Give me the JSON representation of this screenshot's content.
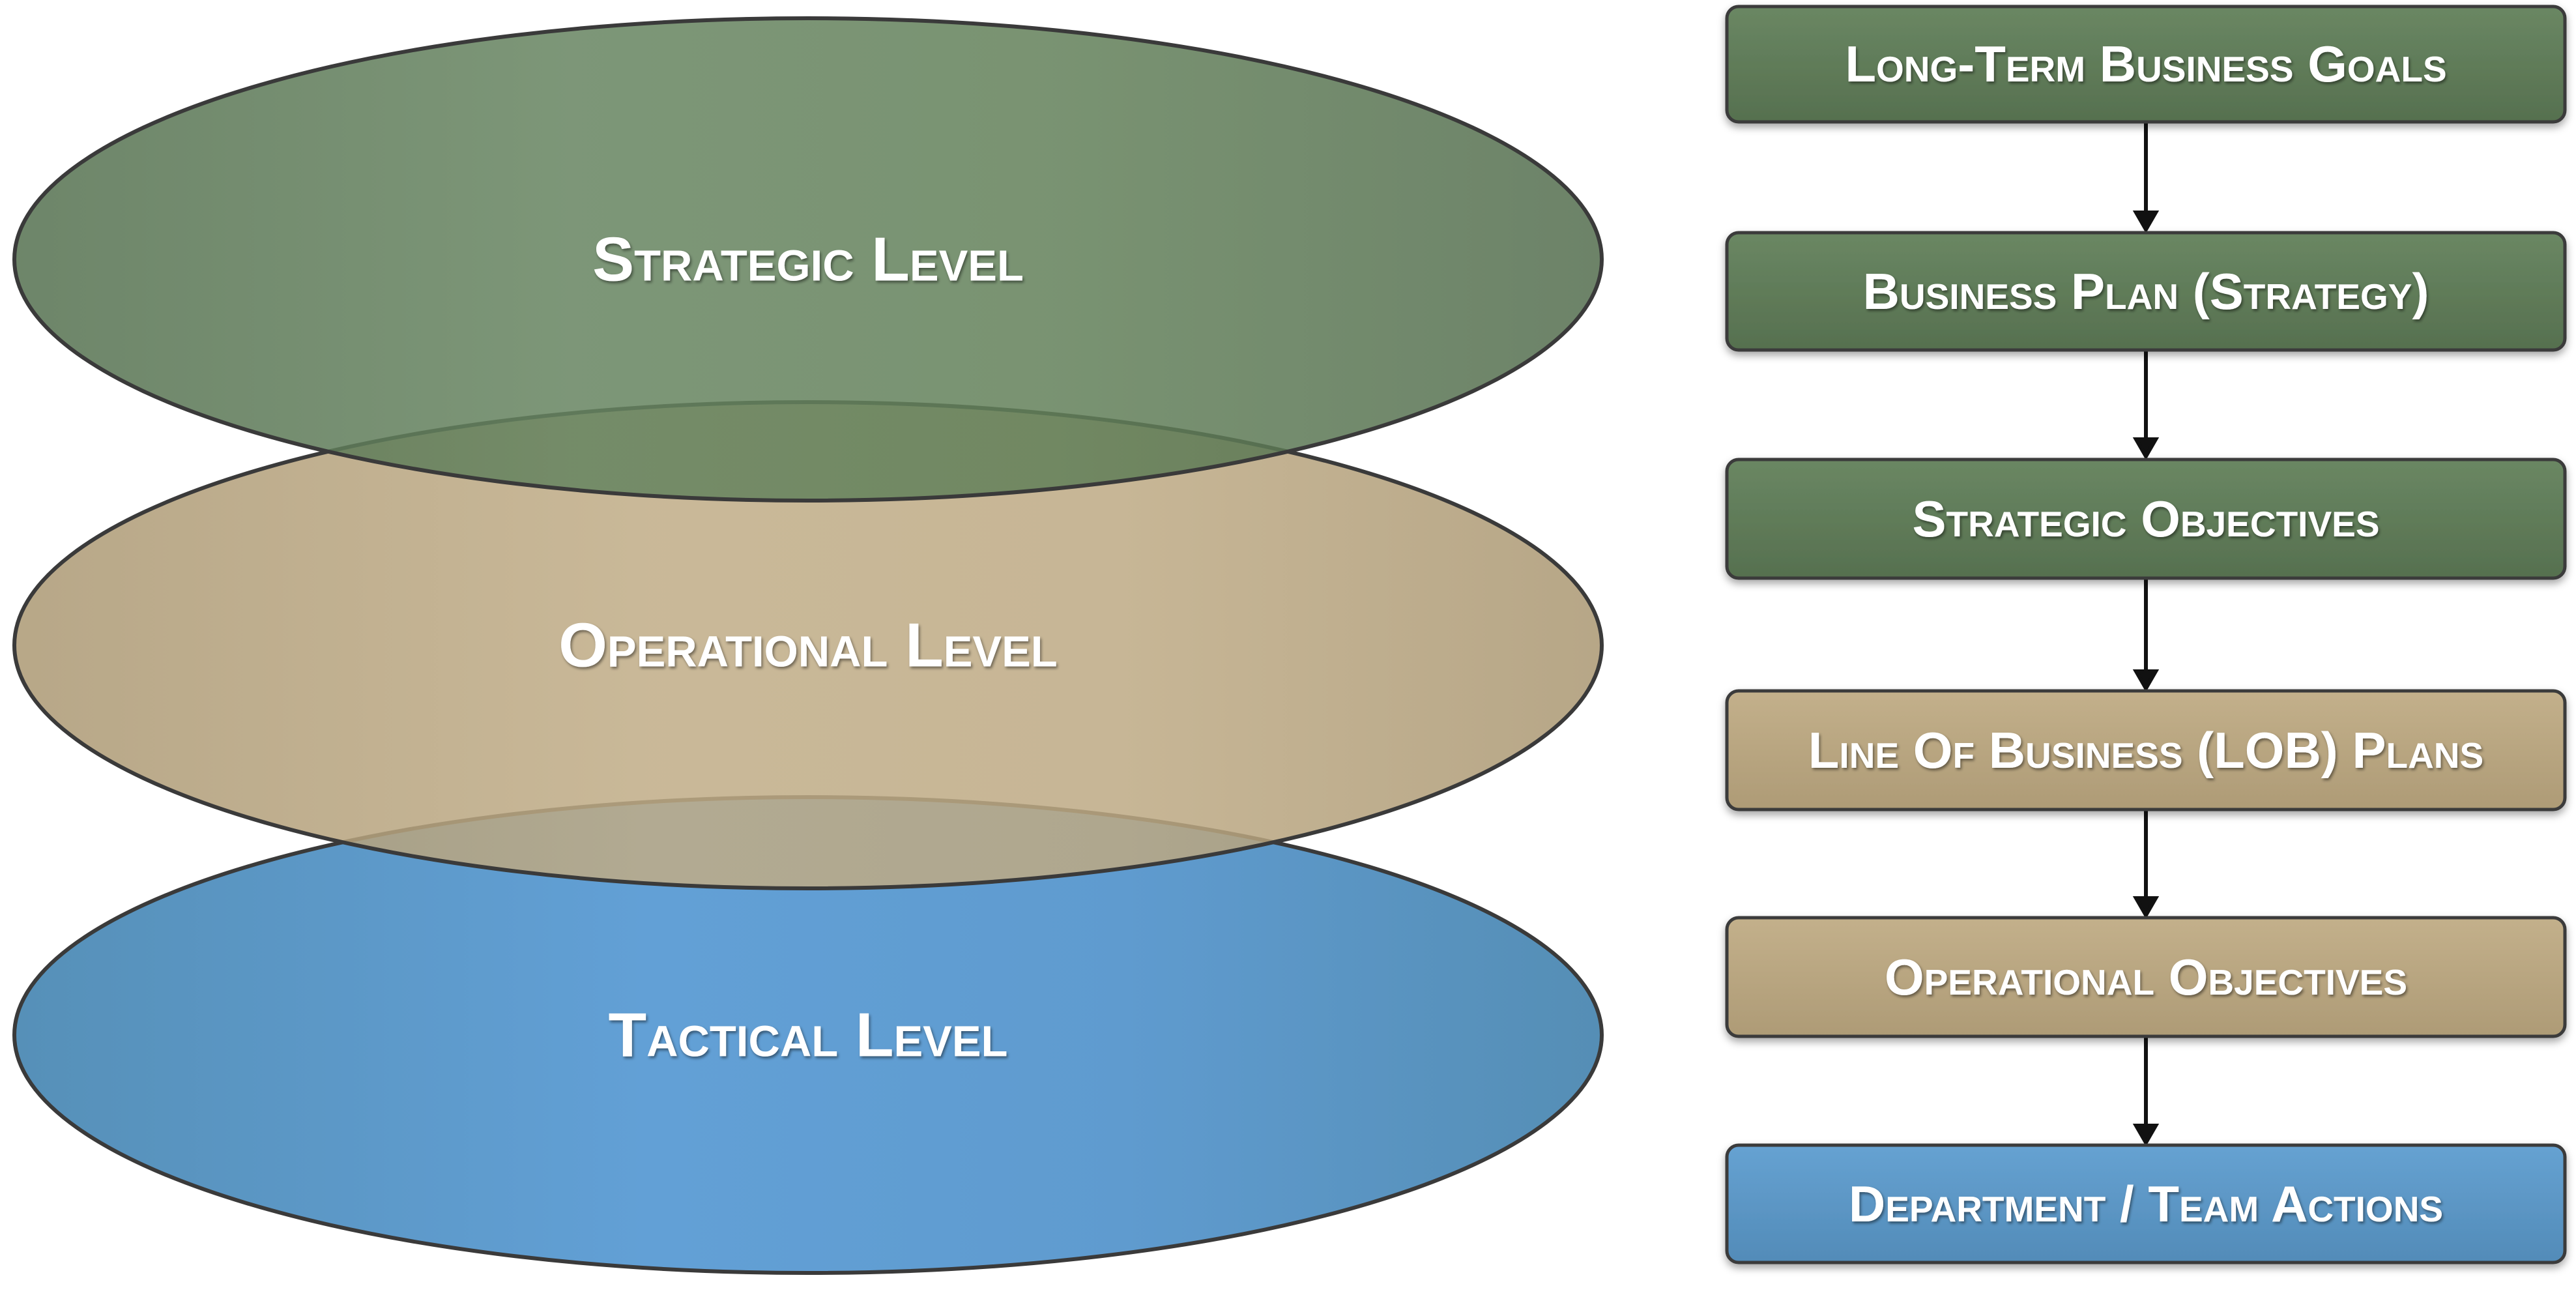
{
  "colors": {
    "strategic": "#5e7b57",
    "operational": "#b8a57f",
    "tactical": "#5f97c8",
    "outline": "#3a3a3a",
    "connector": "#111111",
    "text": "#ffffff"
  },
  "levels": [
    {
      "id": "strategic",
      "label": "Strategic Level"
    },
    {
      "id": "operational",
      "label": "Operational Level"
    },
    {
      "id": "tactical",
      "label": "Tactical Level"
    }
  ],
  "flow": [
    {
      "label": "Long-Term Business Goals",
      "level": "strategic"
    },
    {
      "label": "Business Plan (Strategy)",
      "level": "strategic"
    },
    {
      "label": "Strategic Objectives",
      "level": "strategic"
    },
    {
      "label": "Line Of Business (LOB) Plans",
      "level": "operational"
    },
    {
      "label": "Operational Objectives",
      "level": "operational"
    },
    {
      "label": "Department / Team Actions",
      "level": "tactical"
    }
  ]
}
